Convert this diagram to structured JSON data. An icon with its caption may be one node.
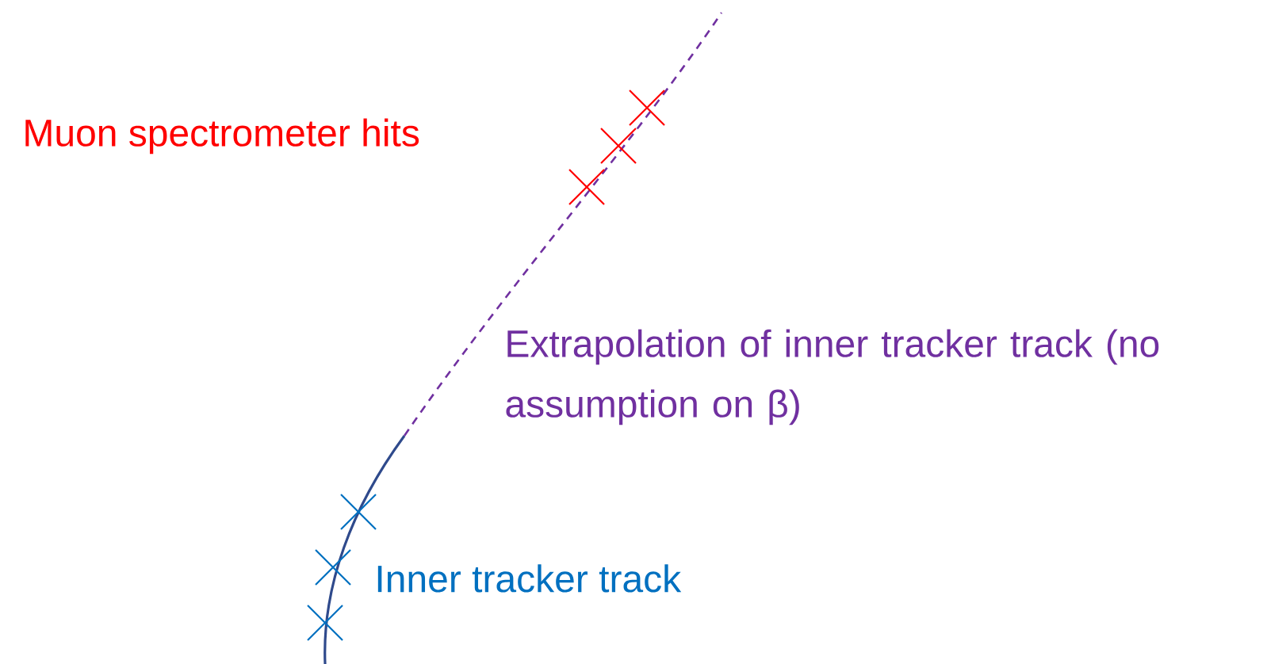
{
  "diagram": {
    "labels": [
      "Muon spectrometer hits",
      "Extrapolation of inner tracker track (no assumption on β)",
      "Inner tracker track"
    ]
  }
}
